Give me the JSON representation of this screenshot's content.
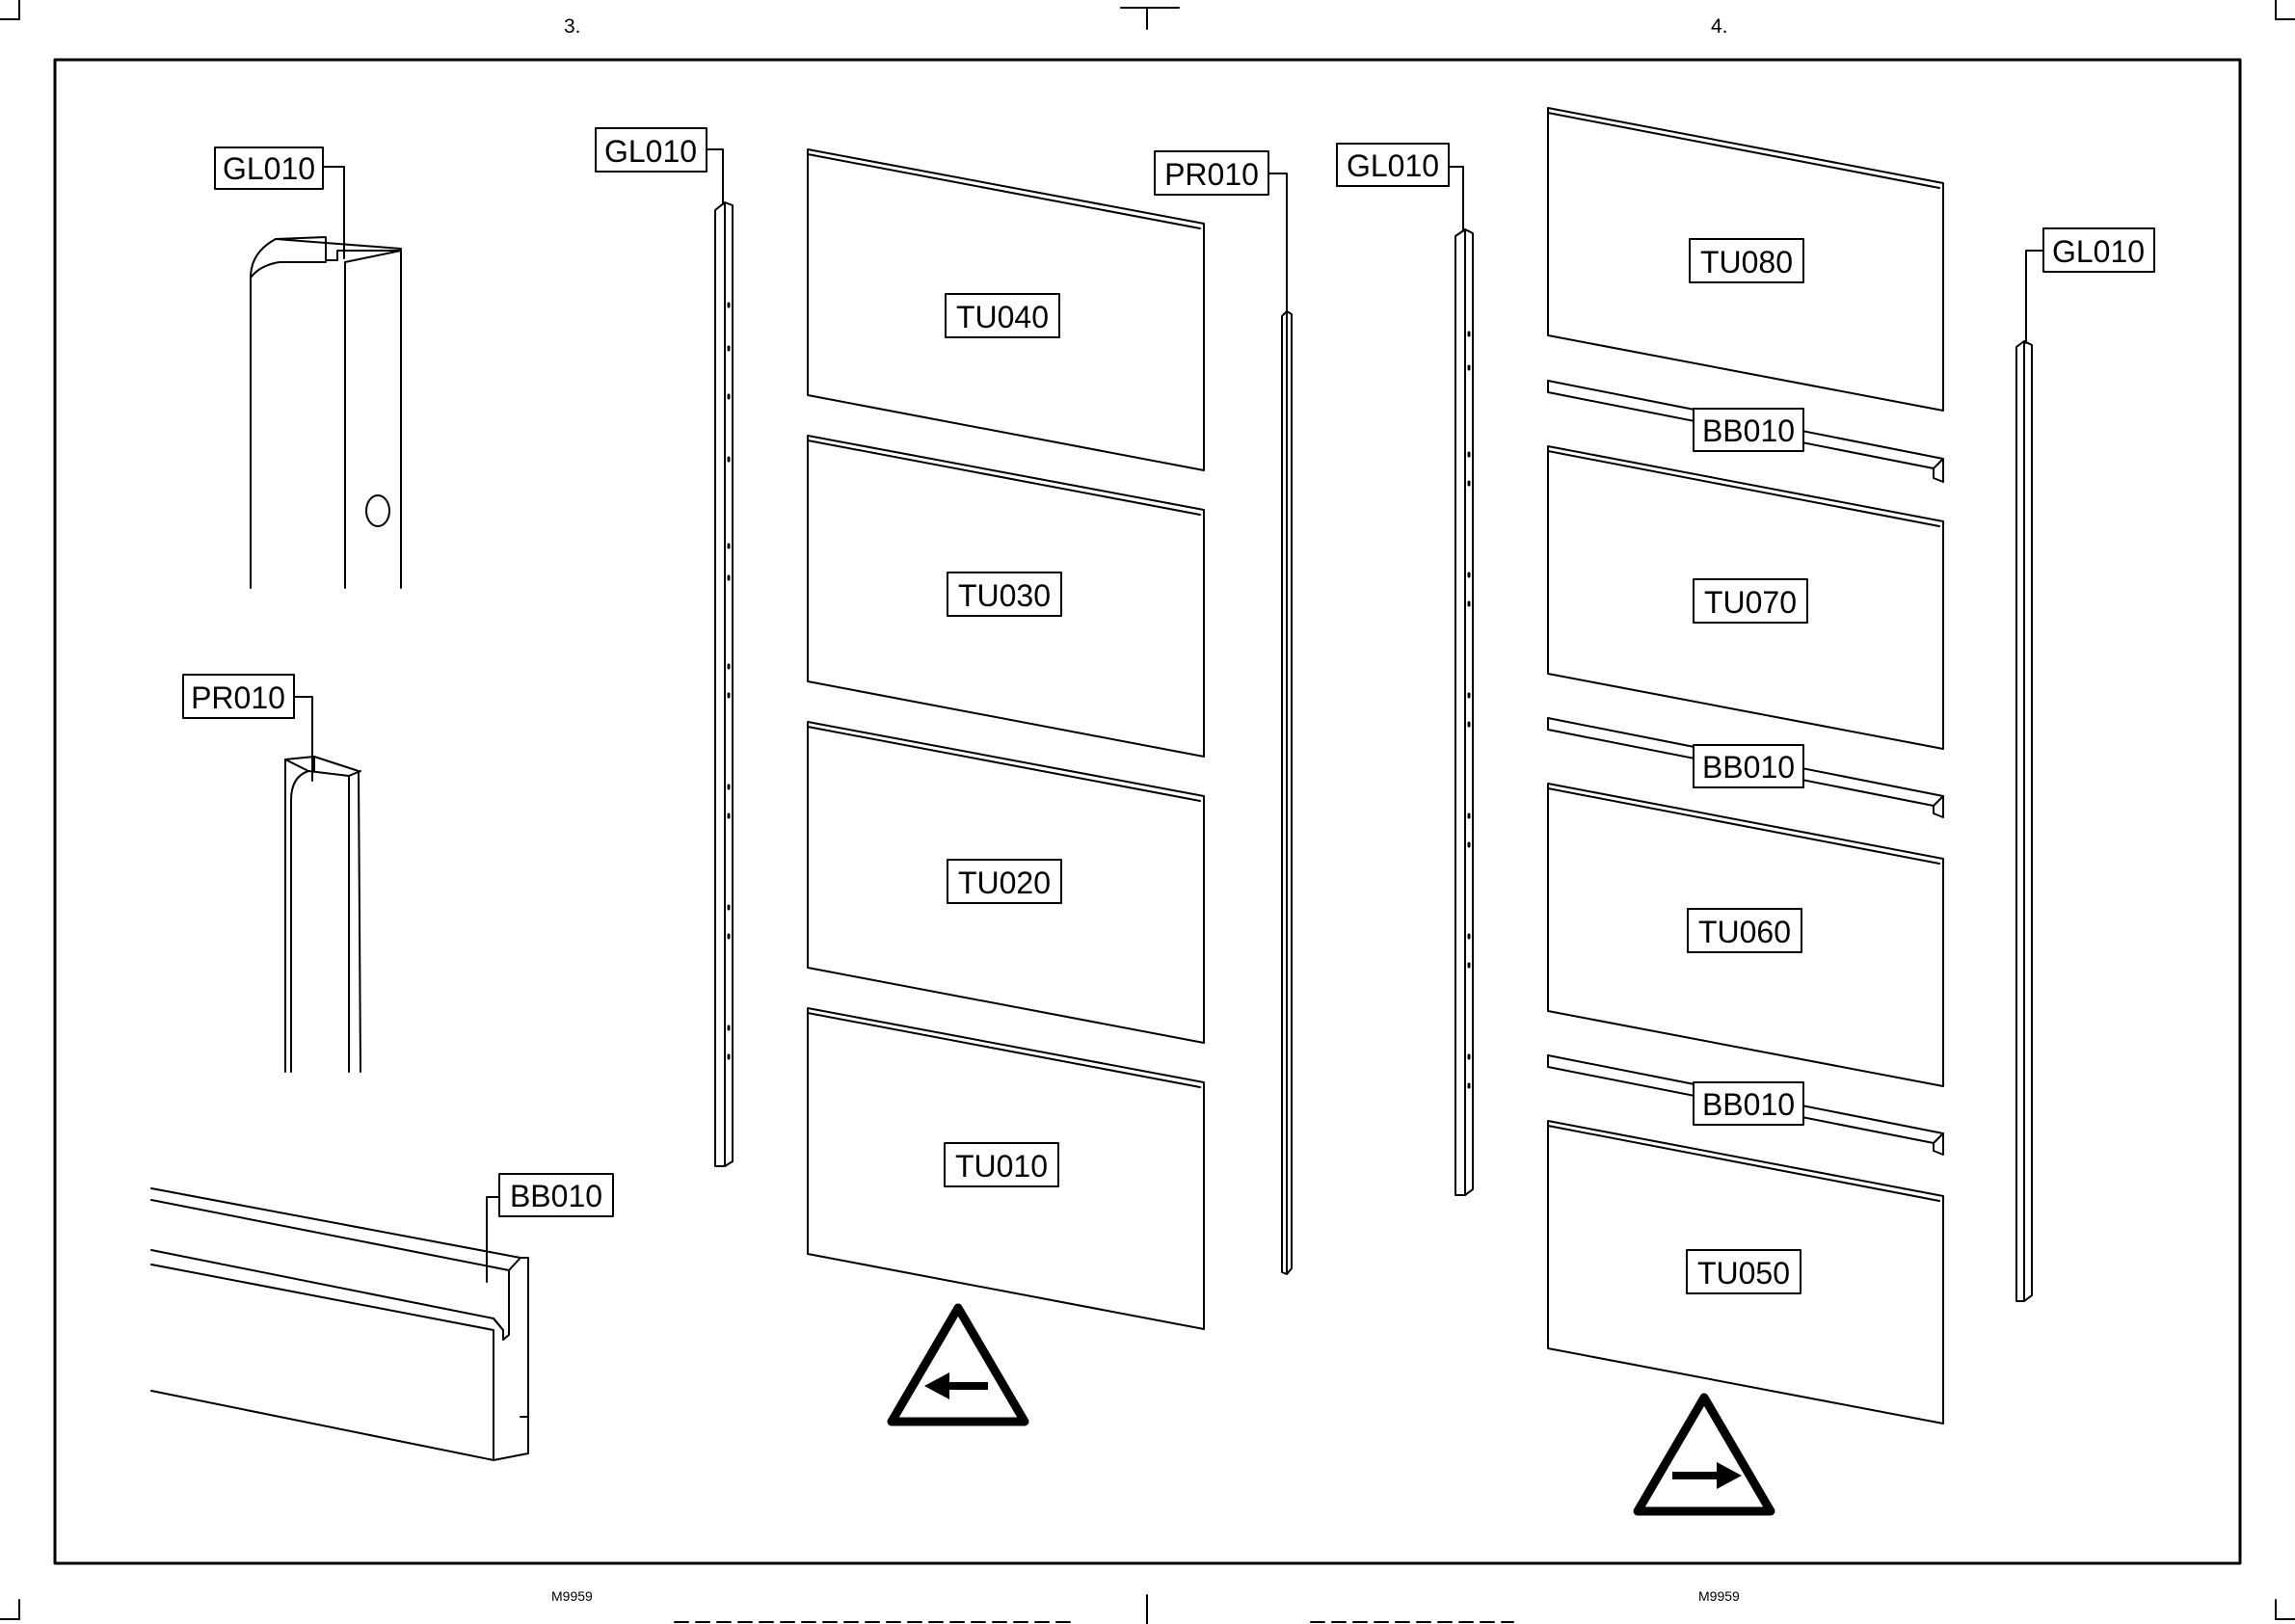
{
  "page": {
    "steps": [
      "3.",
      "4."
    ],
    "footer_codes": [
      "M9959",
      "M9959"
    ]
  },
  "labels": {
    "detail_gl010": "GL010",
    "detail_pr010": "PR010",
    "detail_bb010": "BB010",
    "step3_gl010": "GL010",
    "step3_pr010": "PR010",
    "tu040": "TU040",
    "tu030": "TU030",
    "tu020": "TU020",
    "tu010": "TU010",
    "step4_gl010_left": "GL010",
    "step4_gl010_right": "GL010",
    "tu080": "TU080",
    "tu070": "TU070",
    "tu060": "TU060",
    "tu050": "TU050",
    "bb010_a": "BB010",
    "bb010_b": "BB010",
    "bb010_c": "BB010"
  },
  "icons": {
    "step3_direction": "arrow-left-warning-icon",
    "step4_direction": "arrow-right-warning-icon"
  }
}
